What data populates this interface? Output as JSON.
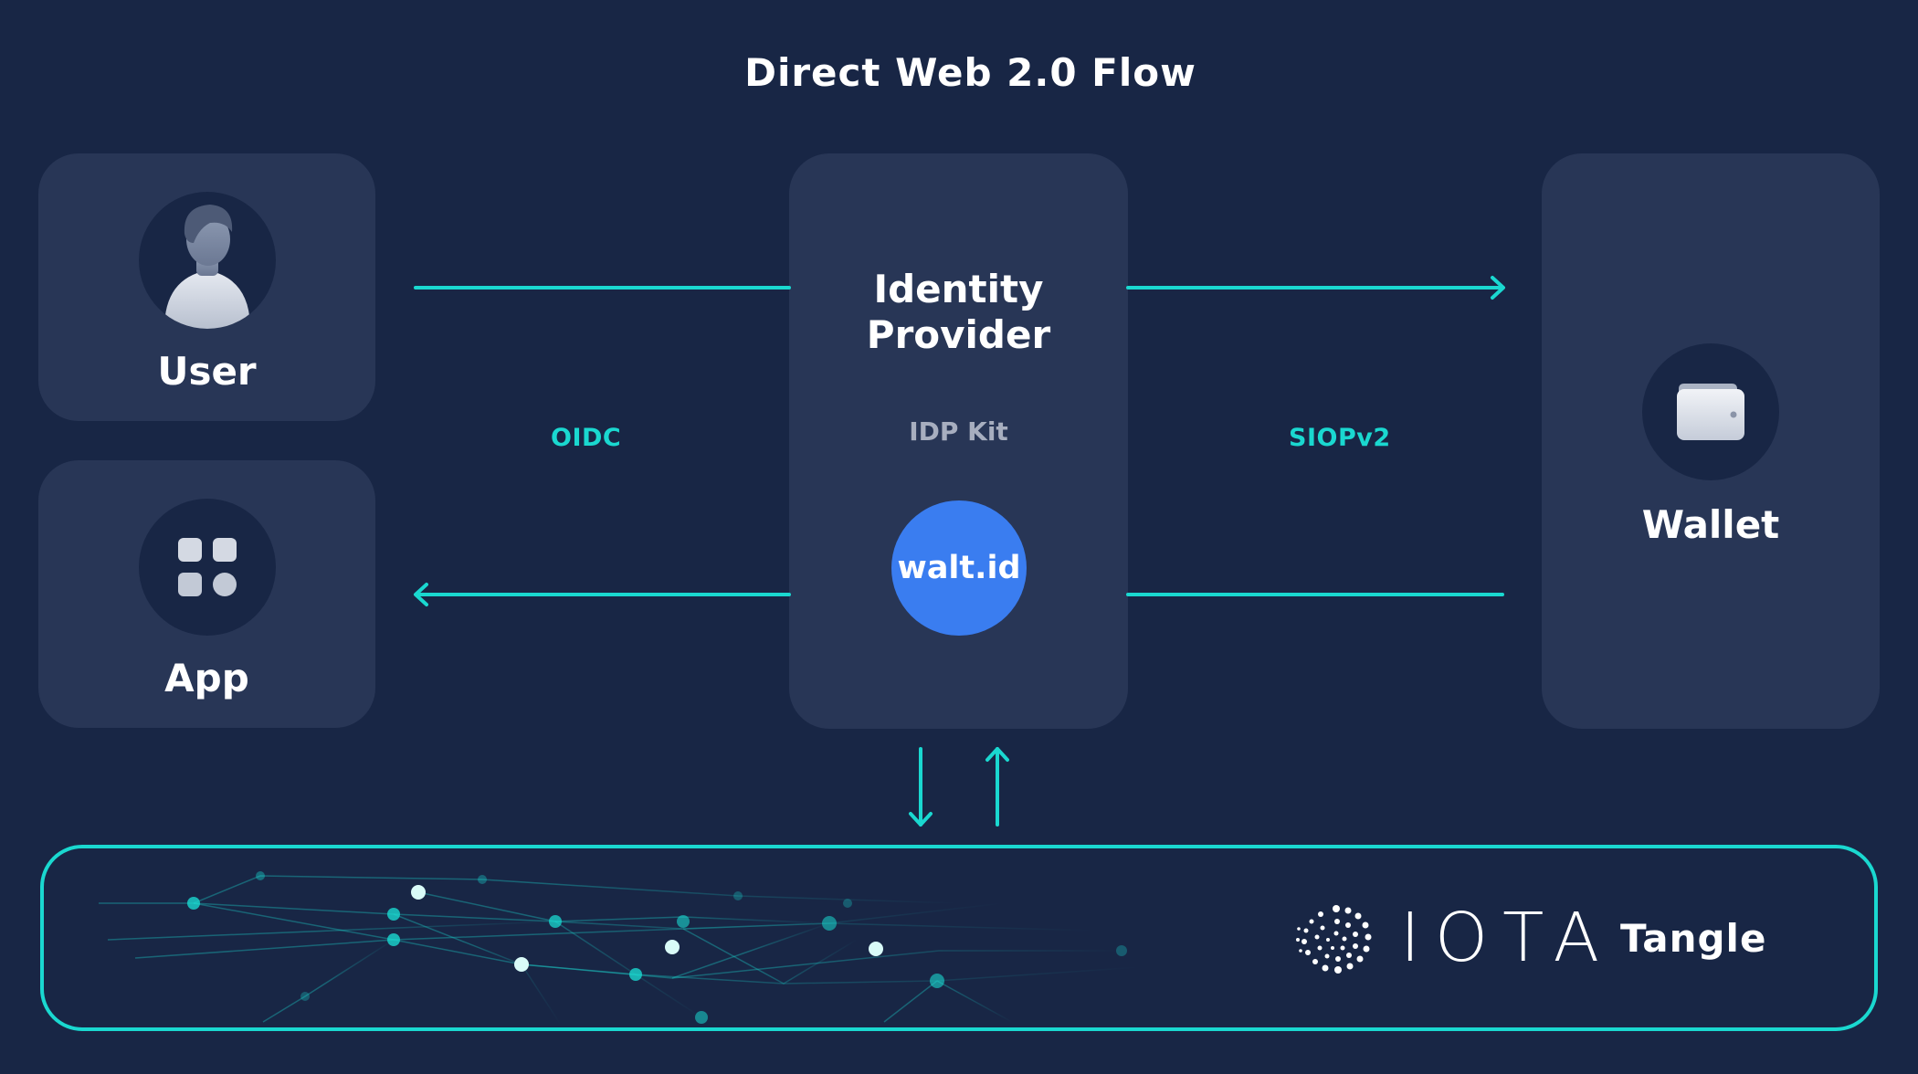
{
  "title": "Direct Web 2.0 Flow",
  "nodes": {
    "user": {
      "label": "User",
      "icon": "user-avatar-icon"
    },
    "app": {
      "label": "App",
      "icon": "app-grid-icon"
    },
    "identity_provider": {
      "title_line1": "Identity",
      "title_line2": "Provider",
      "kit": "IDP Kit",
      "badge": "walt.id"
    },
    "wallet": {
      "label": "Wallet",
      "icon": "wallet-icon"
    },
    "tangle": {
      "brand": "IOTA",
      "label": "Tangle",
      "icon": "iota-logo-icon"
    }
  },
  "edges": {
    "oidc": "OIDC",
    "siopv2": "SIOPv2"
  },
  "colors": {
    "background": "#182645",
    "card": "#283656",
    "accent": "#1ad8d0",
    "badge": "#3a7df0"
  }
}
